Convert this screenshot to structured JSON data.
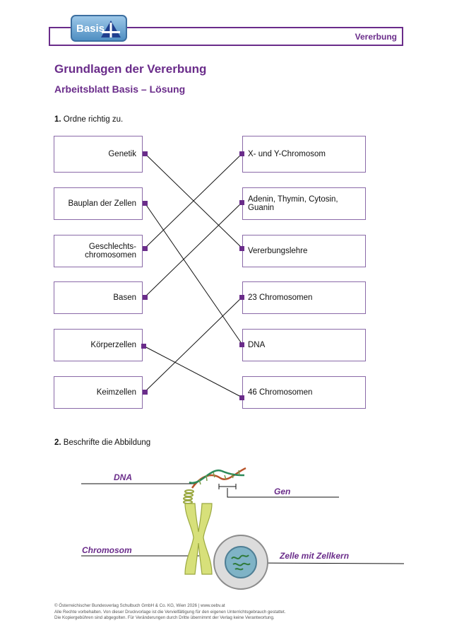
{
  "header": {
    "logo_text": "Basis",
    "chapter": "Vererbung"
  },
  "title": "Grundlagen der Vererbung",
  "subtitle": "Arbeitsblatt Basis – Lösung",
  "task1": {
    "number": "1.",
    "text": "Ordne richtig zu."
  },
  "left_items": [
    "Genetik",
    "Bauplan der Zellen",
    "Geschlechts-\nchromosomen",
    "Basen",
    "Körperzellen",
    "Keimzellen"
  ],
  "right_items": [
    "X- und Y-Chromosom",
    "Adenin, Thymin, Cytosin,\nGuanin",
    "Vererbungslehre",
    "23 Chromosomen",
    "DNA",
    "46 Chromosomen"
  ],
  "task2": {
    "number": "2.",
    "text": "Beschrifte die Abbildung"
  },
  "labels": {
    "dna": "DNA",
    "gen": "Gen",
    "chromosom": "Chromosom",
    "zelle": "Zelle mit Zellkern"
  },
  "footer": [
    "© Österreichischer Bundesverlag Schulbuch GmbH & Co. KG, Wien 2026 | www.oebv.at",
    "Alle Rechte vorbehalten. Von dieser Druckvorlage ist die Vervielfältigung für den eigenen Unterrichtsgebrauch gestattet.",
    "Die Kopiergebühren sind abgegolten. Für Veränderungen durch Dritte übernimmt der Verlag keine Verantwortung."
  ],
  "colors": {
    "accent": "#6a2c8a",
    "box_border": "#8a6aa8",
    "logo": "#4f8fc2"
  }
}
